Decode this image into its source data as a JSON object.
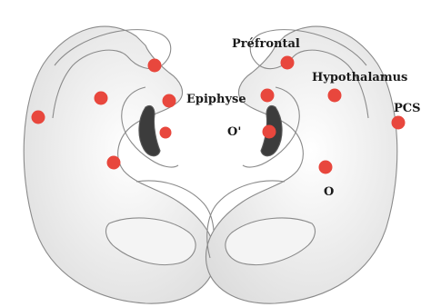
{
  "labels": {
    "prefrontal": "Préfrontal",
    "hypothalamus": "Hypothalamus",
    "pcs": "PCS",
    "epiphyse": "Epiphyse",
    "o_prime": "O'",
    "o": "O"
  },
  "colors": {
    "marker": "#e8473d",
    "outline": "#8a8a8a",
    "shading": "#d9d9d9",
    "cavity": "#3c3c3c"
  }
}
